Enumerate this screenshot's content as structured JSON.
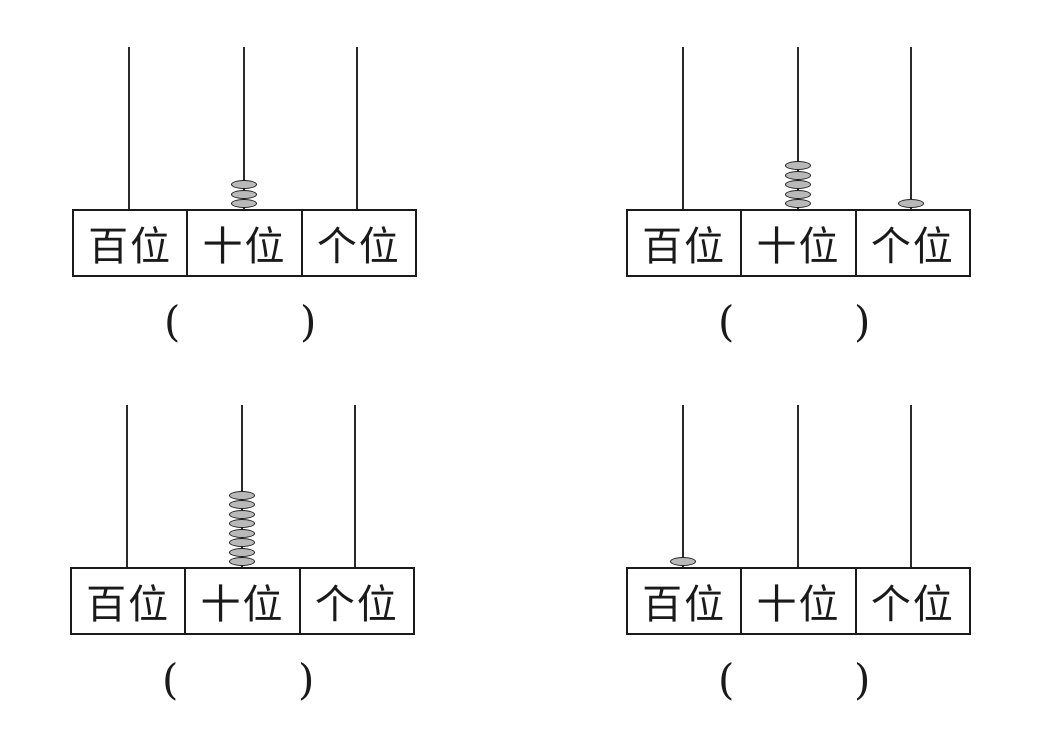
{
  "abaci": [
    {
      "labels": [
        "百位",
        "十位",
        "个位"
      ],
      "beads": [
        0,
        3,
        0
      ],
      "answer": {
        "open": "(",
        "close": ")"
      }
    },
    {
      "labels": [
        "百位",
        "十位",
        "个位"
      ],
      "beads": [
        0,
        5,
        1
      ],
      "answer": {
        "open": "(",
        "close": ")"
      }
    },
    {
      "labels": [
        "百位",
        "十位",
        "个位"
      ],
      "beads": [
        0,
        8,
        0
      ],
      "answer": {
        "open": "(",
        "close": ")"
      }
    },
    {
      "labels": [
        "百位",
        "十位",
        "个位"
      ],
      "beads": [
        1,
        0,
        0
      ],
      "answer": {
        "open": "(",
        "close": ")"
      }
    }
  ],
  "colors": {
    "bead_fill": "#b9b9b9",
    "line": "#1a1a1a"
  }
}
